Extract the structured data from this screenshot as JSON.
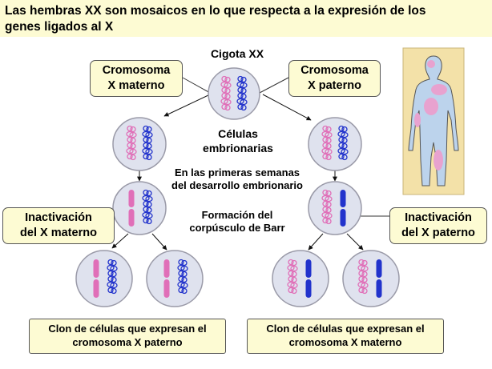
{
  "title": {
    "line1": "Las hembras XX son mosaicos en lo que respecta a la expresión de los",
    "line2": "genes ligados al X"
  },
  "labels": {
    "cigota": "Cigota XX",
    "celulas_line1": "Células",
    "celulas_line2": "embrionarias",
    "semanas_line1": "En las primeras semanas",
    "semanas_line2": "del desarrollo embrionario",
    "barr_line1": "Formación del",
    "barr_line2": "corpúsculo de Barr"
  },
  "callouts": {
    "materno_line1": "Cromosoma",
    "materno_line2": "X materno",
    "paterno_line1": "Cromosoma",
    "paterno_line2": "X paterno",
    "inact_materno_line1": "Inactivación",
    "inact_materno_line2": "del X materno",
    "inact_paterno_line1": "Inactivación",
    "inact_paterno_line2": "del X paterno"
  },
  "clones": {
    "left_line1": "Clon de células que expresan el",
    "left_line2": "cromosoma X paterno",
    "right_line1": "Clon de células que expresan el",
    "right_line2": "cromosoma X materno"
  },
  "colors": {
    "maternal": "#e06fb8",
    "paternal": "#2233cc",
    "cell_fill": "#dfe2ee",
    "callout_bg": "#fdfbd3",
    "figure_bg": "#f3e1a8"
  }
}
